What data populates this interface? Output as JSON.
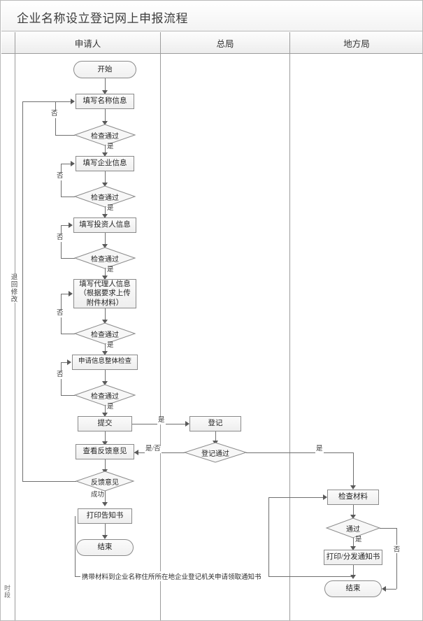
{
  "title": "企业名称设立登记网上申报流程",
  "lanes": [
    {
      "label": "申请人"
    },
    {
      "label": "总局"
    },
    {
      "label": "地方局"
    }
  ],
  "side_labels": {
    "return_modify": "退回修改",
    "corner": "时段"
  },
  "applicant_nodes": {
    "start": "开始",
    "fill_name": "填写名称信息",
    "check1": "检查通过",
    "fill_company": "填写企业信息",
    "check2": "检查通过",
    "fill_investor": "填写投资人信息",
    "check3": "检查通过",
    "fill_agent": "填写代理人信息（根据要求上传附件材料）",
    "check4": "检查通过",
    "overall_check": "申请信息整体检查",
    "check5": "检查通过",
    "submit": "提交",
    "view_feedback": "查看反馈意见",
    "feedback": "反馈意见",
    "print_notice": "打印告知书",
    "end": "结束"
  },
  "bureau_nodes": {
    "register": "登记",
    "register_pass": "登记通过"
  },
  "local_nodes": {
    "check_materials": "检查材料",
    "pass": "通过",
    "print_distribute": "打印/分发通知书",
    "end": "结束"
  },
  "edge_labels": {
    "no": "否",
    "yes": "是",
    "yes_no": "是/否",
    "success": "成功"
  },
  "annotation": "携带材料到企业名称住所所在地企业登记机关申请领取通知书",
  "colors": {
    "frame_border": "#b9b9b9",
    "lane_border": "#9c9c9c",
    "node_border": "#8a8a8a",
    "connector": "#6f6f6f",
    "title_text": "#3b3b3b"
  }
}
